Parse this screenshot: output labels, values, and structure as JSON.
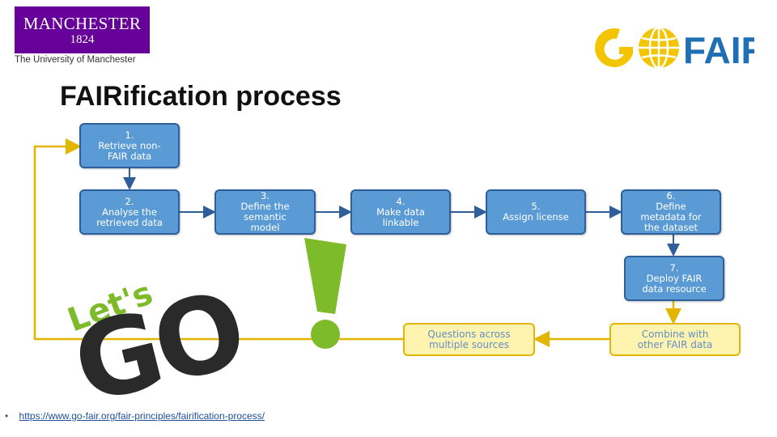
{
  "logo_uom": {
    "name": "MANCHESTER",
    "year": "1824",
    "subtitle": "The University of Manchester"
  },
  "logo_gofair": {
    "text_go": "GO",
    "text_fair": "FAIR"
  },
  "title": "FAIRification process",
  "steps": [
    {
      "num": "1.",
      "lines": [
        "Retrieve non-",
        "FAIR data"
      ]
    },
    {
      "num": "2.",
      "lines": [
        "Analyse the",
        "retrieved  data"
      ]
    },
    {
      "num": "3.",
      "lines": [
        "Define the",
        "semantic",
        "model"
      ]
    },
    {
      "num": "4.",
      "lines": [
        "Make data",
        "linkable"
      ]
    },
    {
      "num": "5.",
      "lines": [
        "Assign license"
      ]
    },
    {
      "num": "6.",
      "lines": [
        "Define",
        "metadata for",
        "the dataset"
      ]
    },
    {
      "num": "7.",
      "lines": [
        "Deploy FAIR",
        "data resource"
      ]
    }
  ],
  "outcomes": [
    {
      "lines": [
        "Combine with",
        "other FAIR data"
      ]
    },
    {
      "lines": [
        "Questions across",
        "multiple sources"
      ]
    }
  ],
  "lets_go": {
    "lets": "Let's",
    "go": "GO",
    "mark": "!"
  },
  "footer": {
    "bullet": "•",
    "link": "https://www.go-fair.org/fair-principles/fairification-process/"
  },
  "colors": {
    "step_fill": "#5b9bd5",
    "step_border": "#2f5f9a",
    "outcome_fill": "#fff3b0",
    "outcome_border": "#e2b500",
    "loop_line": "#e2b500",
    "uom_purple": "#660099",
    "gofair_yellow": "#f2c500",
    "gofair_blue": "#1f6fb5",
    "go_green": "#7dbb2b"
  }
}
